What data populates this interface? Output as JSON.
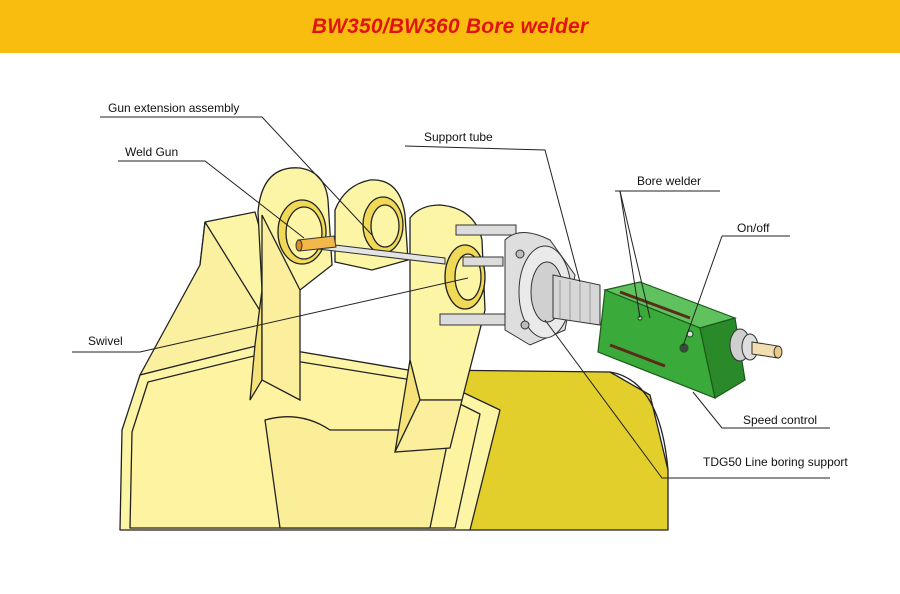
{
  "header": {
    "title": "BW350/BW360 Bore welder"
  },
  "labels": {
    "gun_extension_assembly": "Gun extension assembly",
    "weld_gun": "Weld Gun",
    "support_tube": "Support tube",
    "bore_welder": "Bore welder",
    "on_off": "On/off",
    "swivel": "Swivel",
    "speed_control": "Speed control",
    "line_boring_support": "TDG50 Line boring support"
  },
  "colors": {
    "header_bg": "#f9bd0f",
    "title": "#e0140f",
    "bucket": "#fdf5a6",
    "bucket_dark": "#e2cf2b",
    "welder_green": "#3aaa3a",
    "welder_green_dark": "#2a8a2a"
  }
}
